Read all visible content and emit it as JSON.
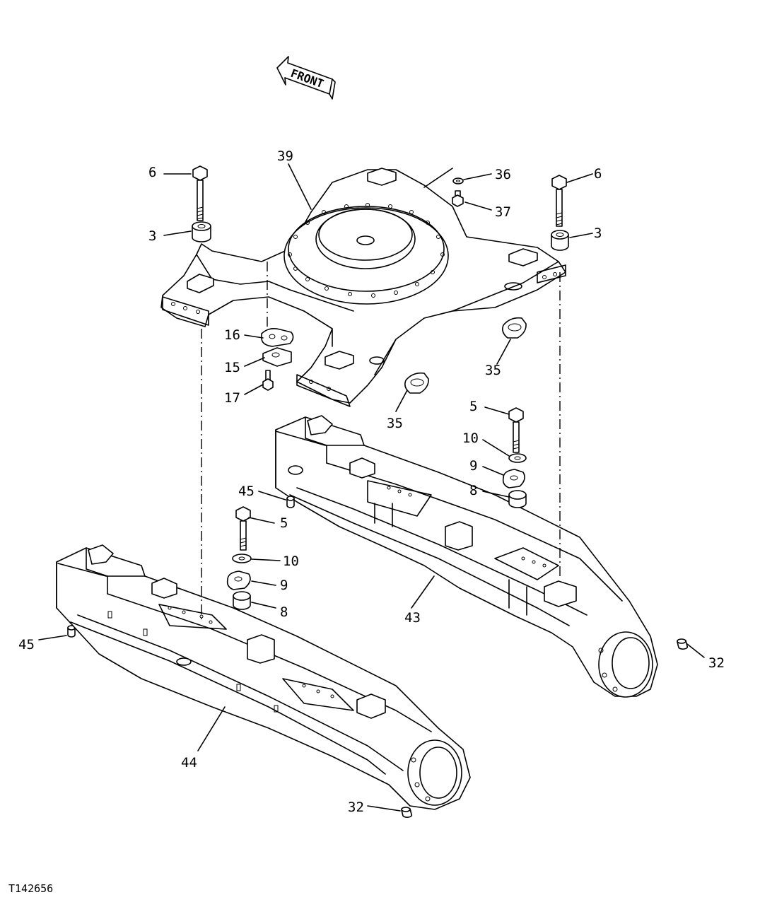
{
  "diagram": {
    "front_label": "FRONT",
    "figure_id": "T142656",
    "callouts": [
      {
        "id": "c-6a",
        "text": "6"
      },
      {
        "id": "c-3a",
        "text": "3"
      },
      {
        "id": "c-39",
        "text": "39"
      },
      {
        "id": "c-36",
        "text": "36"
      },
      {
        "id": "c-37",
        "text": "37"
      },
      {
        "id": "c-6b",
        "text": "6"
      },
      {
        "id": "c-3b",
        "text": "3"
      },
      {
        "id": "c-16",
        "text": "16"
      },
      {
        "id": "c-15",
        "text": "15"
      },
      {
        "id": "c-17",
        "text": "17"
      },
      {
        "id": "c-35a",
        "text": "35"
      },
      {
        "id": "c-35b",
        "text": "35"
      },
      {
        "id": "c-5a",
        "text": "5"
      },
      {
        "id": "c-10a",
        "text": "10"
      },
      {
        "id": "c-9a",
        "text": "9"
      },
      {
        "id": "c-8a",
        "text": "8"
      },
      {
        "id": "c-45a",
        "text": "45"
      },
      {
        "id": "c-5b",
        "text": "5"
      },
      {
        "id": "c-10b",
        "text": "10"
      },
      {
        "id": "c-9b",
        "text": "9"
      },
      {
        "id": "c-8b",
        "text": "8"
      },
      {
        "id": "c-45b",
        "text": "45"
      },
      {
        "id": "c-43",
        "text": "43"
      },
      {
        "id": "c-32a",
        "text": "32"
      },
      {
        "id": "c-44",
        "text": "44"
      },
      {
        "id": "c-32b",
        "text": "32"
      }
    ]
  }
}
